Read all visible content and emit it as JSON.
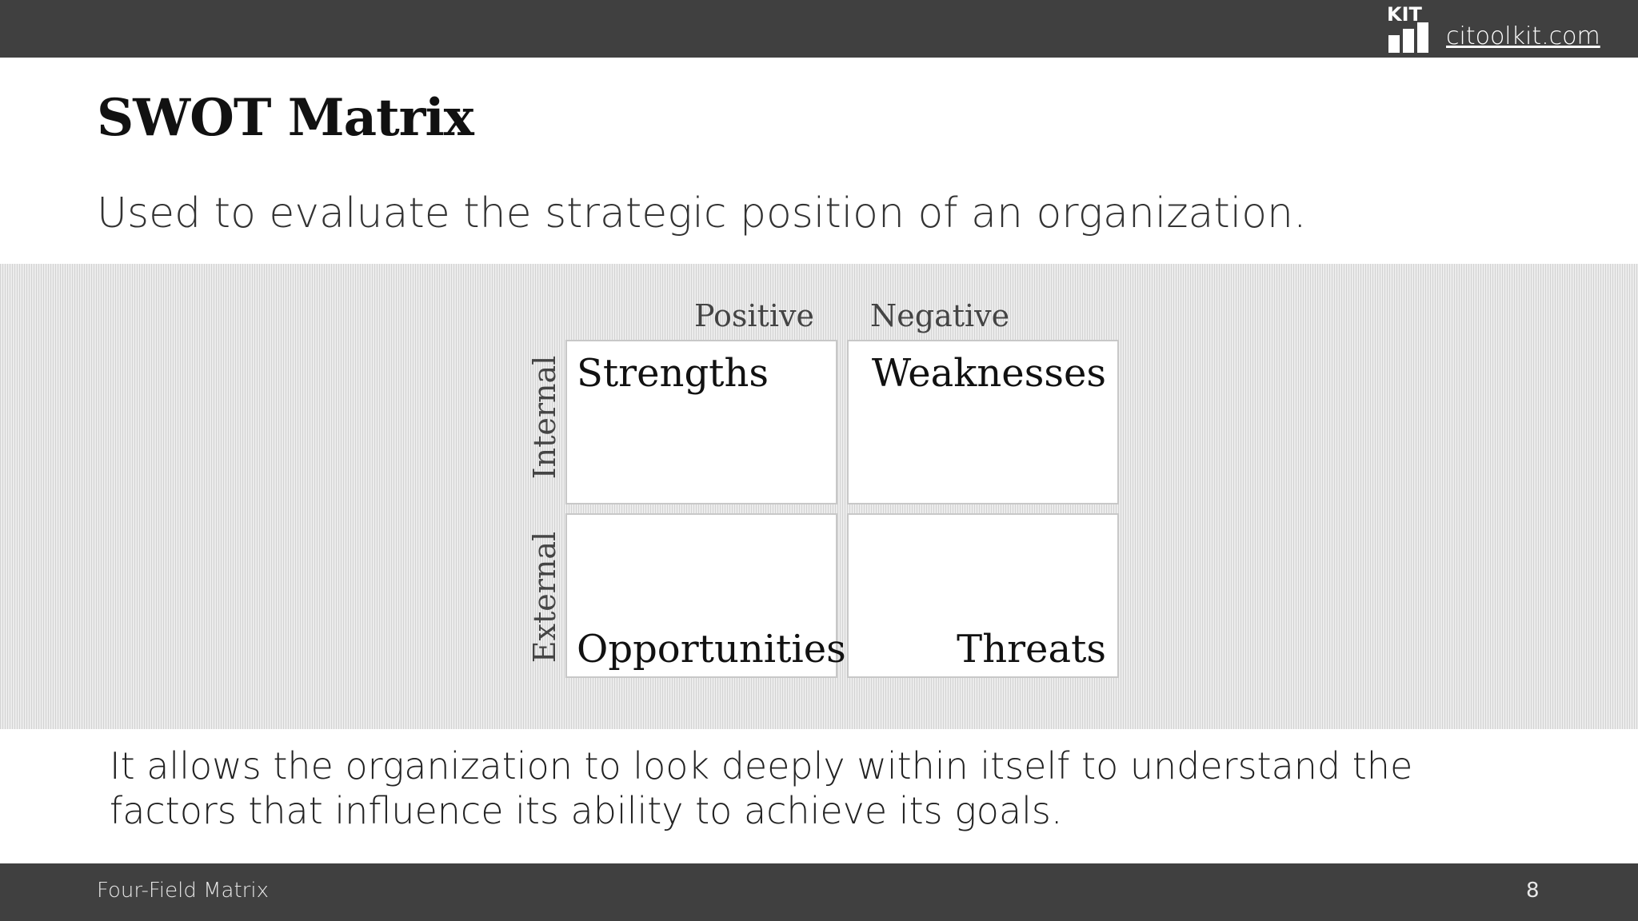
{
  "header": {
    "logo_text": "KIT",
    "site_link": "citoolkit.com"
  },
  "slide": {
    "title": "SWOT Matrix",
    "subtitle": "Used to evaluate the strategic position of an organization.",
    "description": "It allows the organization to look deeply within itself to understand the factors that influence its ability to achieve its goals."
  },
  "matrix": {
    "column_labels": [
      "Positive",
      "Negative"
    ],
    "row_labels": [
      "Internal",
      "External"
    ],
    "cells": {
      "strengths": "Strengths",
      "weaknesses": "Weaknesses",
      "opportunities": "Opportunities",
      "threats": "Threats"
    }
  },
  "footer": {
    "left": "Four-Field Matrix",
    "page_number": "8"
  },
  "colors": {
    "bar": "#404040",
    "band": "#e4e4e4",
    "cell_border": "#c8c8c8"
  }
}
